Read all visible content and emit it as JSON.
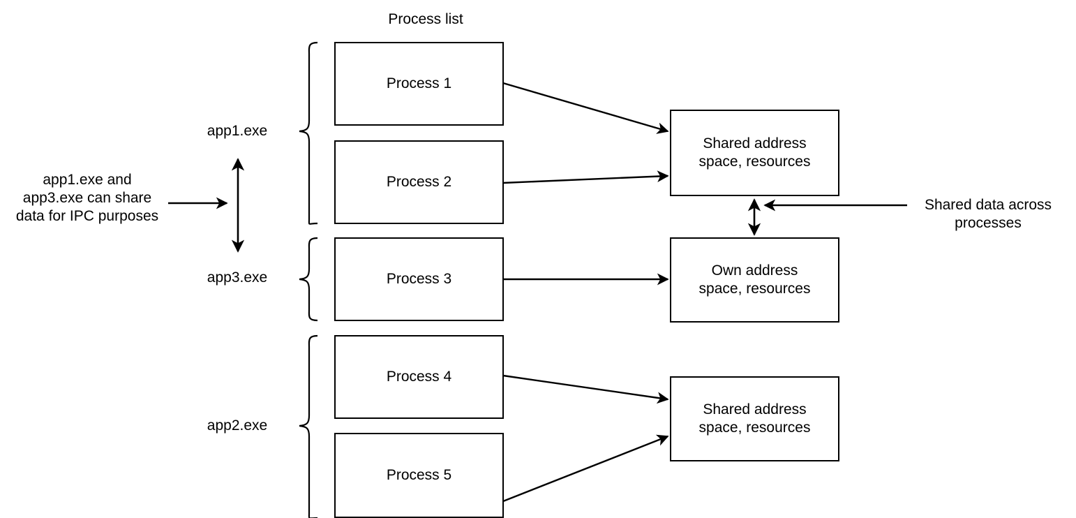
{
  "diagram": {
    "title": "Process list",
    "background_color": "#ffffff",
    "stroke_color": "#000000",
    "text_color": "#000000"
  },
  "groups": [
    {
      "id": "app1",
      "label": "app1.exe"
    },
    {
      "id": "app3",
      "label": "app3.exe"
    },
    {
      "id": "app2",
      "label": "app2.exe"
    }
  ],
  "process_boxes": [
    {
      "id": "process-1",
      "label": "Process 1"
    },
    {
      "id": "process-2",
      "label": "Process 2"
    },
    {
      "id": "process-3",
      "label": "Process 3"
    },
    {
      "id": "process-4",
      "label": "Process 4"
    },
    {
      "id": "process-5",
      "label": "Process 5"
    }
  ],
  "memory_boxes": [
    {
      "id": "shared-top",
      "label": "Shared address\nspace, resources"
    },
    {
      "id": "own-middle",
      "label": "Own address\nspace, resources"
    },
    {
      "id": "shared-bottom",
      "label": "Shared address\nspace, resources"
    }
  ],
  "annotations": [
    {
      "id": "ipc-note",
      "label": "app1.exe and\napp3.exe can share\ndata for IPC purposes"
    },
    {
      "id": "shared-data-note",
      "label": "Shared data across\nprocesses"
    }
  ]
}
